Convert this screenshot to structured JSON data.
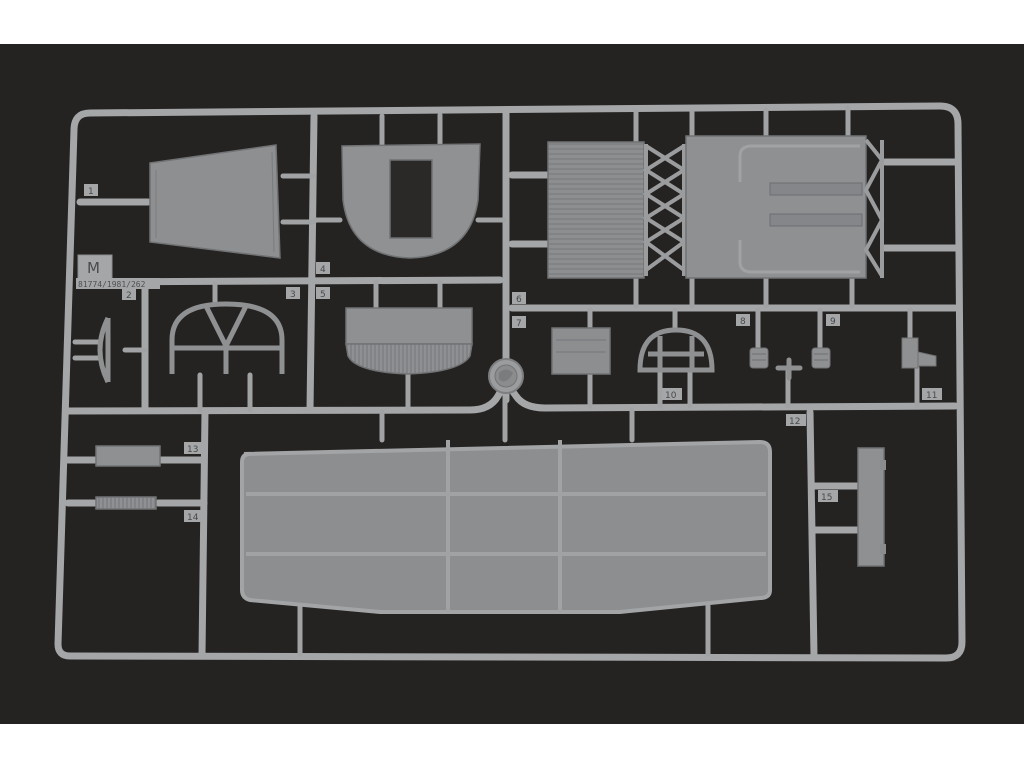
{
  "sprue": {
    "letter": "M",
    "code": "81774/1981/262",
    "part_numbers": [
      "1",
      "2",
      "3",
      "4",
      "5",
      "6",
      "7",
      "8",
      "9",
      "10",
      "11",
      "12",
      "13",
      "14",
      "15"
    ]
  },
  "colors": {
    "background": "#252322",
    "plastic": "#8e9092",
    "plastic_dark": "#6f7173",
    "frame": "#a3a5a7"
  }
}
